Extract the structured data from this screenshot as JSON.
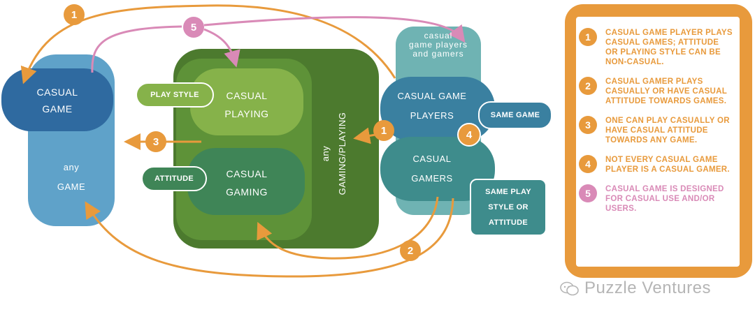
{
  "colors": {
    "orange": "#E89A3C",
    "pink": "#D98AB7",
    "blue_dark": "#2F6AA0",
    "blue_light": "#5FA2C9",
    "green_dark": "#4C7A2E",
    "green_mid": "#5E9238",
    "green_light": "#86B24A",
    "teal": "#3E8C8C",
    "teal_light": "#6FB3B3"
  },
  "diagram": {
    "casual_game": "CASUAL\nGAME",
    "any_game": "any\nGAME",
    "play_style": "PLAY STYLE",
    "casual_playing": "CASUAL\nPLAYING",
    "attitude": "ATTITUDE",
    "casual_gaming": "CASUAL\nGAMING",
    "any_gaming_playing": "any\nGAMING/PLAYING",
    "casual_game_players_gamers": "casual\ngame players\nand gamers",
    "casual_game_players": "CASUAL GAME\nPLAYERS",
    "same_game": "SAME GAME",
    "casual_gamers": "CASUAL\nGAMERS",
    "same_play_style_or_attitude": "SAME PLAY\nSTYLE OR\nATTITUDE",
    "badges": [
      "1",
      "5",
      "3",
      "1",
      "4",
      "2"
    ]
  },
  "legend": [
    {
      "num": "1",
      "text": "CASUAL GAME PLAYER PLAYS CASUAL GAMES; ATTITUDE OR PLAYING STYLE CAN BE NON-CASUAL.",
      "color": "#E89A3C"
    },
    {
      "num": "2",
      "text": "CASUAL GAMER PLAYS CASUALLY OR HAVE CASUAL ATTITUDE TOWARDS GAMES.",
      "color": "#E89A3C"
    },
    {
      "num": "3",
      "text": "ONE CAN PLAY CASUALLY OR HAVE CASUAL ATTITUDE TOWARDS ANY GAME.",
      "color": "#E89A3C"
    },
    {
      "num": "4",
      "text": "NOT EVERY CASUAL GAME PLAYER IS A CASUAL GAMER.",
      "color": "#E89A3C"
    },
    {
      "num": "5",
      "text": "CASUAL GAME IS DESIGNED FOR CASUAL USE AND/OR USERS.",
      "color": "#D98AB7"
    }
  ],
  "watermark": "Puzzle Ventures"
}
